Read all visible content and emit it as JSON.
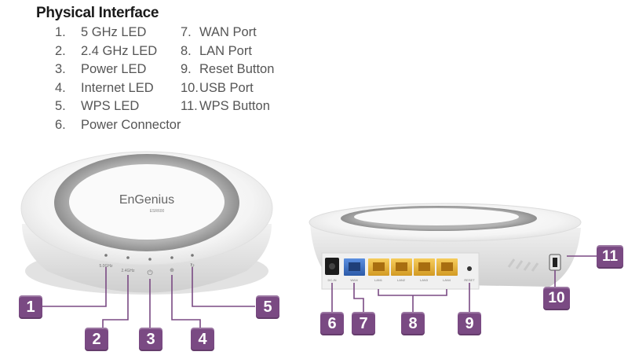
{
  "title": "Physical Interface",
  "items_left": [
    {
      "num": "1.",
      "label": "5 GHz LED"
    },
    {
      "num": "2.",
      "label": "2.4 GHz LED"
    },
    {
      "num": "3.",
      "label": "Power LED"
    },
    {
      "num": "4.",
      "label": "Internet LED"
    },
    {
      "num": "5.",
      "label": "WPS LED"
    },
    {
      "num": "6.",
      "label": "Power Connector"
    }
  ],
  "items_right": [
    {
      "num": "7.",
      "label": "WAN Port"
    },
    {
      "num": "8.",
      "label": "LAN Port"
    },
    {
      "num": "9.",
      "label": "Reset Button"
    },
    {
      "num": "10.",
      "label": "USB Port"
    },
    {
      "num": "11.",
      "label": "WPS Button"
    }
  ],
  "callouts": [
    "1",
    "2",
    "3",
    "4",
    "5",
    "6",
    "7",
    "8",
    "9",
    "10",
    "11"
  ],
  "device": {
    "brand": "EnGenius",
    "model": "ESR600",
    "led_labels": [
      "5.0GHz",
      "2.4GHz"
    ],
    "port_labels": [
      "DC-IN",
      "WAN",
      "LAN1",
      "LAN2",
      "LAN3",
      "LAN4",
      "RESET"
    ]
  },
  "colors": {
    "badge": "#7a4a83",
    "leader_line": "#7a4a83",
    "wan_port": "#3a6fc4",
    "lan_port": "#e8b43a",
    "ring": "#a8a8a8"
  }
}
